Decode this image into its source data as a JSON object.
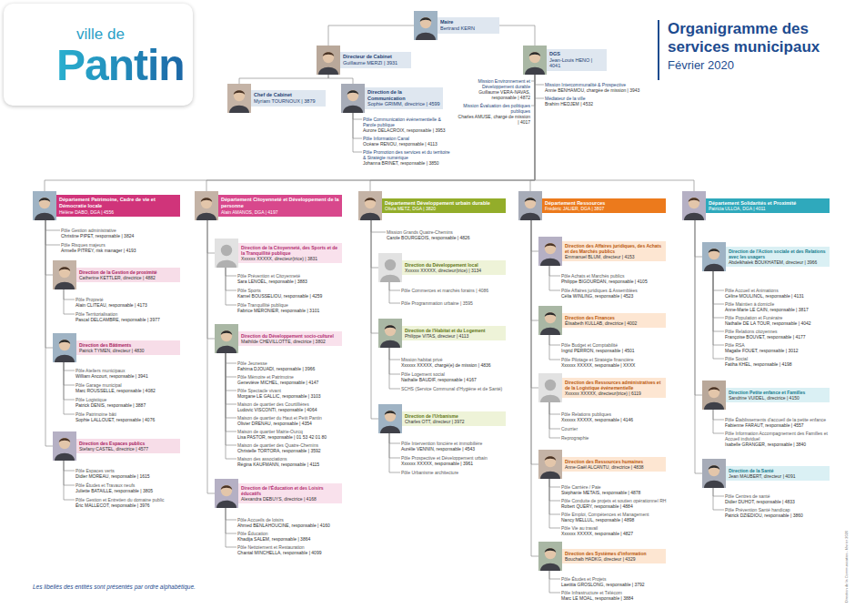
{
  "diagram": {
    "title": "Organigramme des services municipaux",
    "caption": "Les libellés des entités sont présentés par ordre alphabétique.",
    "nodes": [
      {
        "text": [
          "Maire",
          "Bertrand KERN"
        ]
      },
      {
        "text": [
          "Directeur de Cabinet",
          "Guillaume MERZI | 3931"
        ]
      },
      {
        "text": [
          "DGS",
          "Jean-Louis HENO | 4041"
        ]
      },
      {
        "text": [
          "Chef de Cabinet",
          "Myriam TOURNOUX | 3879"
        ]
      },
      {
        "text": [
          "Direction de la Communication",
          "Sophie GRIMM, directrice | 4599"
        ]
      },
      {
        "text": [
          "Pôle Communication événementielle & Parole publique",
          "Aurore DELACROIX, responsable | 3953"
        ]
      },
      {
        "text": [
          "Pôle Information Canal",
          "Océane RENOU, responsable | 4113"
        ]
      },
      {
        "text": [
          "Pôle Promotion des services et du territoire & Stratégie numérique",
          "Johanna BRINET, responsable | 3850"
        ]
      },
      {
        "text": [
          "Mission Environnement et Développement durable",
          "Guillaume VERA-NAVAS, responsable | 4872"
        ]
      },
      {
        "text": [
          "Mission Évaluation des politiques publiques",
          "Charles AMUSE, chargé de mission | 4017"
        ]
      },
      {
        "text": [
          "Mission Intercommunalité & Prospective",
          "Annie BENHAMOU, chargée de mission | 3943"
        ]
      },
      {
        "text": [
          "Médiateur de la ville",
          "Brahim HEDJEM | 4532"
        ]
      },
      {
        "text": [
          "Département Patrimoine, Cadre de vie et Démocratie locale",
          "Hélène DABO, DGA | 4556"
        ]
      },
      {
        "text": [
          "Pôle Gestion administrative",
          "Christine PIPET, responsable | 3824"
        ]
      },
      {
        "text": [
          "Pôle Risques majeurs",
          "Armelle PITREY, risk manager | 4193"
        ]
      },
      {
        "text": [
          "Direction de la Gestion de proximité",
          "Catherine KETTLER, directrice | 4882"
        ]
      },
      {
        "text": [
          "Pôle Propreté",
          "Alain CLITEAU, responsable | 4173"
        ]
      },
      {
        "text": [
          "Pôle Territorialisation",
          "Pascal DELCAMBRE, responsable | 3977"
        ]
      },
      {
        "text": [
          "Direction des Bâtiments",
          "Patrick TYMEN, directeur | 4830"
        ]
      },
      {
        "text": [
          "Pôle Ateliers municipaux",
          "William Ancourt, responsable | 3941"
        ]
      },
      {
        "text": [
          "Pôle Garage municipal",
          "Marc ROUSSELLE, responsable | 4082"
        ]
      },
      {
        "text": [
          "Pôle Logistique",
          "Patrick DENIS, responsable | 3887"
        ]
      },
      {
        "text": [
          "Pôle Patrimoine bâti",
          "Sophie LALLOUET, responsable | 4076"
        ]
      },
      {
        "text": [
          "Direction des Espaces publics",
          "Stefany CASTEL, directrice | 4577"
        ]
      },
      {
        "text": [
          "Pôle Espaces verts",
          "Didier MOREAU, responsable | 1615"
        ]
      },
      {
        "text": [
          "Pôle Études et Travaux neufs",
          "Juliette BATAILLE, responsable | 3805"
        ]
      },
      {
        "text": [
          "Pôle Gestion et Entretien du domaine public",
          "Éric MALLECOT, responsable | 3976"
        ]
      },
      {
        "text": [
          "Département Citoyenneté et Développement de la personne",
          "Alain AMANOS, DGA | 4197"
        ]
      },
      {
        "text": [
          "Direction de la Citoyenneté, des Sports et de la Tranquillité publique",
          "Xxxxxx XXXXX, directeur(trice) | 3831"
        ]
      },
      {
        "text": [
          "Pôle Prévention et Citoyenneté",
          "Sara LENOËL, responsable | 3883"
        ]
      },
      {
        "text": [
          "Pôle Sports",
          "Kamel BOUSSELIOU, responsable | 4259"
        ]
      },
      {
        "text": [
          "Pôle Tranquillité publique",
          "Fabrice MERONIER, responsable | 3101"
        ]
      },
      {
        "text": [
          "Direction du Développement socio-culturel",
          "Mathilde CHEVILLOTTE, directrice | 3802"
        ]
      },
      {
        "text": [
          "Pôle Jeunesse",
          "Fahima DJOUADI, responsable | 3966"
        ]
      },
      {
        "text": [
          "Pôle Mémoire et Patrimoine",
          "Geneviève MICHEL, responsable | 4147"
        ]
      },
      {
        "text": [
          "Pôle Spectacle vivant",
          "Morgane LE GALLIC, responsable | 3103"
        ]
      },
      {
        "text": [
          "Maison de quartier des Courtillières",
          "Ludovic VISCONTI, responsable | 4064"
        ]
      },
      {
        "text": [
          "Maison de quartier du Haut et Petit Pantin",
          "Olivier DRENAU, responsable | 4354"
        ]
      },
      {
        "text": [
          "Maison de quartier Mairie-Ourcq",
          "Lisa PASTOR, responsable | 01 53 42 01 80"
        ]
      },
      {
        "text": [
          "Maison de quartier des Quatre-Chemins",
          "Christelle TORTORA, responsable | 3592"
        ]
      },
      {
        "text": [
          "Maison des associations",
          "Régina KAUFMANN, responsable | 4115"
        ]
      },
      {
        "text": [
          "Direction de l'Éducation et des Loisirs éducatifs",
          "Alexandra DEBUYS, directrice | 4168"
        ]
      },
      {
        "text": [
          "Pôle Accueils de loisirs",
          "Ahmed BENLAHOUCINE, responsable | 4160"
        ]
      },
      {
        "text": [
          "Pôle Éducation",
          "Khadija SALEM, responsable | 3864"
        ]
      },
      {
        "text": [
          "Pôle Nettoiement et Restauration",
          "Chantal MINCHELLA, responsable | 4099"
        ]
      },
      {
        "text": [
          "Département Développement urbain durable",
          "Olivia METZ, DGA | 3820"
        ]
      },
      {
        "text": [
          "Mission Grands Quatre-Chemins",
          "Carole BOURGEOIS, responsable | 4826"
        ]
      },
      {
        "text": [
          "Direction du Développement local",
          "Xxxxxx XXXXX, directeur(trice) | 3134"
        ]
      },
      {
        "text": [
          "Pôle Commerces et marchés forains | 4086"
        ]
      },
      {
        "text": [
          "Pôle Programmation urbaine | 3595"
        ]
      },
      {
        "text": [
          "Direction de l'Habitat et du Logement",
          "Philippe VITAS, directeur | 4113"
        ]
      },
      {
        "text": [
          "Mission habitat privé",
          "Xxxxxx XXXXX, chargé(e) de mission | 4836"
        ]
      },
      {
        "text": [
          "Pôle Logement social",
          "Nathalie BAUDIF, responsable | 4167"
        ]
      },
      {
        "text": [
          "SCHS (Service Communal d'Hygiène et de Santé)"
        ]
      },
      {
        "text": [
          "Direction de l'Urbanisme",
          "Charles OTT, directeur | 3972"
        ]
      },
      {
        "text": [
          "Pôle Intervention foncière et immobilière",
          "Aurélie VENNIN, responsable | 4543"
        ]
      },
      {
        "text": [
          "Pôle Prospective et Développement urbain",
          "Xxxxxx XXXXX, responsable | 3961"
        ]
      },
      {
        "text": [
          "Pôle Urbanisme architecture"
        ]
      },
      {
        "text": [
          "Département Ressources",
          "Frédéric JALIER, DGA | 3807"
        ]
      },
      {
        "text": [
          "Direction des Affaires juridiques, des Achats et des Marchés publics",
          "Emmanuel BLUM, directeur | 4153"
        ]
      },
      {
        "text": [
          "Pôle Achats et Marchés publics",
          "Philippe BIGOURDAN, responsable | 4105"
        ]
      },
      {
        "text": [
          "Pôle Affaires juridiques & Assemblées",
          "Célia WINLING, responsable | 4523"
        ]
      },
      {
        "text": [
          "Direction des Finances",
          "Élisabeth KULLAB, directrice | 4002"
        ]
      },
      {
        "text": [
          "Pôle Budget et Comptabilité",
          "Ingrid PERRON, responsable | 4501"
        ]
      },
      {
        "text": [
          "Pôle Pilotage et Stratégie financière",
          "Xxxxxx XXXXX, responsable | XXXX"
        ]
      },
      {
        "text": [
          "Direction des Ressources administratives et de la Logistique événementielle",
          "Xxxxxx XXXXX, directeur(trice) | 6119"
        ]
      },
      {
        "text": [
          "Pôle Relations publiques",
          "Xxxxxx XXXXX, responsable | 4146"
        ]
      },
      {
        "text": [
          "Courrier"
        ]
      },
      {
        "text": [
          "Reprographie"
        ]
      },
      {
        "text": [
          "Direction des Ressources humaines",
          "Anne-Gaël ALCANTU, directrice | 4838"
        ]
      },
      {
        "text": [
          "Pôle Carrière / Paie",
          "Stéphanie METAIS, responsable | 4878"
        ]
      },
      {
        "text": [
          "Pôle Conduite de projets et soutien opérationnel RH",
          "Robert QUERY, responsable | 4884"
        ]
      },
      {
        "text": [
          "Pôle Emploi, Compétences et Management",
          "Nancy MELLUL, responsable | 4898"
        ]
      },
      {
        "text": [
          "Pôle Vie au travail",
          "Xxxxxx XXXXX, responsable | 4827"
        ]
      },
      {
        "text": [
          "Direction des Systèmes d'information",
          "Bouchaib HADKG, directeur | 4329"
        ]
      },
      {
        "text": [
          "Pôle Études et Projets",
          "Laetitia GROSLONG, responsable | 3792"
        ]
      },
      {
        "text": [
          "Pôle Infrastructure et Télécom",
          "Marc LE MOAL, responsable | 3884"
        ]
      },
      {
        "text": [
          "Département Solidarités et Proximité",
          "Patricia ULLOA, DGA | 4011"
        ]
      },
      {
        "text": [
          "Direction de l'Action sociale et des Relations avec les usagers",
          "Abdelkhalek BOUKHATEM, directeur | 3966"
        ]
      },
      {
        "text": [
          "Pôle Accueil et Animations",
          "Céline MOULINOL, responsable | 4131"
        ]
      },
      {
        "text": [
          "Pôle Maintien à domicile",
          "Anne-Marie LE CAIN, responsable | 3817"
        ]
      },
      {
        "text": [
          "Pôle Population et Funéraire",
          "Nathalie DE LA TOUR, responsable | 4042"
        ]
      },
      {
        "text": [
          "Pôle Relations citoyennes",
          "Françoise BOUVET, responsable | 4177"
        ]
      },
      {
        "text": [
          "Pôle RSA",
          "Magalie FOUET, responsable | 3012"
        ]
      },
      {
        "text": [
          "Pôle Social",
          "Fatiha KHEL, responsable | 4198"
        ]
      },
      {
        "text": [
          "Direction Petite enfance et Familles",
          "Sandrine VUIDEL, directrice | 4150"
        ]
      },
      {
        "text": [
          "Pôle Établissements d'accueil de la petite enfance",
          "Fabienne FARAUT, responsable | 4557"
        ]
      },
      {
        "text": [
          "Pôle Information Accompagnement des Familles et Accueil individuel",
          "Isabelle GRANGER, responsable | 3840"
        ]
      },
      {
        "text": [
          "Direction de la Santé",
          "Jean MAUBERT, directeur | 4091"
        ]
      },
      {
        "text": [
          "Pôle Centres de santé",
          "Didier DUHOT, responsable | 4833"
        ]
      },
      {
        "text": [
          "Pôle Prévention Santé handicap",
          "Patrick DZIEDIOU, responsable | 3860"
        ]
      }
    ],
    "edges": [
      {
        "from": 0,
        "to": 1,
        "arrow": "none"
      },
      {
        "from": 0,
        "to": 2,
        "arrow": "none"
      },
      {
        "from": 1,
        "to": 3,
        "arrow": "none"
      },
      {
        "from": 1,
        "to": 4,
        "arrow": "none"
      },
      {
        "from": 4,
        "to": 5,
        "arrow": "none"
      },
      {
        "from": 4,
        "to": 6,
        "arrow": "none"
      },
      {
        "from": 4,
        "to": 7,
        "arrow": "none"
      },
      {
        "from": 2,
        "to": 8,
        "arrow": "none"
      },
      {
        "from": 2,
        "to": 9,
        "arrow": "none"
      },
      {
        "from": 2,
        "to": 10,
        "arrow": "none"
      },
      {
        "from": 2,
        "to": 11,
        "arrow": "none"
      },
      {
        "from": 2,
        "to": 12,
        "arrow": "none"
      },
      {
        "from": 2,
        "to": 27,
        "arrow": "none"
      },
      {
        "from": 2,
        "to": 45,
        "arrow": "none"
      },
      {
        "from": 2,
        "to": 58,
        "arrow": "none"
      },
      {
        "from": 2,
        "to": 77,
        "arrow": "none"
      },
      {
        "from": 12,
        "to": 13,
        "arrow": "none"
      },
      {
        "from": 12,
        "to": 14,
        "arrow": "none"
      },
      {
        "from": 12,
        "to": 15,
        "arrow": "none"
      },
      {
        "from": 15,
        "to": 16,
        "arrow": "none"
      },
      {
        "from": 15,
        "to": 17,
        "arrow": "none"
      },
      {
        "from": 12,
        "to": 18,
        "arrow": "none"
      },
      {
        "from": 18,
        "to": 19,
        "arrow": "none"
      },
      {
        "from": 18,
        "to": 20,
        "arrow": "none"
      },
      {
        "from": 18,
        "to": 21,
        "arrow": "none"
      },
      {
        "from": 18,
        "to": 22,
        "arrow": "none"
      },
      {
        "from": 12,
        "to": 23,
        "arrow": "none"
      },
      {
        "from": 23,
        "to": 24,
        "arrow": "none"
      },
      {
        "from": 23,
        "to": 25,
        "arrow": "none"
      },
      {
        "from": 23,
        "to": 26,
        "arrow": "none"
      },
      {
        "from": 27,
        "to": 28,
        "arrow": "none"
      },
      {
        "from": 28,
        "to": 29,
        "arrow": "none"
      },
      {
        "from": 28,
        "to": 30,
        "arrow": "none"
      },
      {
        "from": 28,
        "to": 31,
        "arrow": "none"
      },
      {
        "from": 27,
        "to": 32,
        "arrow": "none"
      },
      {
        "from": 32,
        "to": 33,
        "arrow": "none"
      },
      {
        "from": 32,
        "to": 34,
        "arrow": "none"
      },
      {
        "from": 32,
        "to": 35,
        "arrow": "none"
      },
      {
        "from": 32,
        "to": 36,
        "arrow": "none"
      },
      {
        "from": 32,
        "to": 37,
        "arrow": "none"
      },
      {
        "from": 32,
        "to": 38,
        "arrow": "none"
      },
      {
        "from": 32,
        "to": 39,
        "arrow": "none"
      },
      {
        "from": 32,
        "to": 40,
        "arrow": "none"
      },
      {
        "from": 27,
        "to": 41,
        "arrow": "none"
      },
      {
        "from": 41,
        "to": 42,
        "arrow": "none"
      },
      {
        "from": 41,
        "to": 43,
        "arrow": "none"
      },
      {
        "from": 41,
        "to": 44,
        "arrow": "none"
      },
      {
        "from": 45,
        "to": 46,
        "arrow": "none"
      },
      {
        "from": 45,
        "to": 47,
        "arrow": "none"
      },
      {
        "from": 47,
        "to": 48,
        "arrow": "none"
      },
      {
        "from": 47,
        "to": 49,
        "arrow": "none"
      },
      {
        "from": 45,
        "to": 50,
        "arrow": "none"
      },
      {
        "from": 50,
        "to": 51,
        "arrow": "none"
      },
      {
        "from": 50,
        "to": 52,
        "arrow": "none"
      },
      {
        "from": 50,
        "to": 53,
        "arrow": "none"
      },
      {
        "from": 45,
        "to": 54,
        "arrow": "none"
      },
      {
        "from": 54,
        "to": 55,
        "arrow": "none"
      },
      {
        "from": 54,
        "to": 56,
        "arrow": "none"
      },
      {
        "from": 54,
        "to": 57,
        "arrow": "none"
      },
      {
        "from": 58,
        "to": 59,
        "arrow": "none"
      },
      {
        "from": 59,
        "to": 60,
        "arrow": "none"
      },
      {
        "from": 59,
        "to": 61,
        "arrow": "none"
      },
      {
        "from": 58,
        "to": 62,
        "arrow": "none"
      },
      {
        "from": 62,
        "to": 63,
        "arrow": "none"
      },
      {
        "from": 62,
        "to": 64,
        "arrow": "none"
      },
      {
        "from": 58,
        "to": 65,
        "arrow": "none"
      },
      {
        "from": 65,
        "to": 66,
        "arrow": "none"
      },
      {
        "from": 65,
        "to": 67,
        "arrow": "none"
      },
      {
        "from": 65,
        "to": 68,
        "arrow": "none"
      },
      {
        "from": 58,
        "to": 69,
        "arrow": "none"
      },
      {
        "from": 69,
        "to": 70,
        "arrow": "none"
      },
      {
        "from": 69,
        "to": 71,
        "arrow": "none"
      },
      {
        "from": 69,
        "to": 72,
        "arrow": "none"
      },
      {
        "from": 69,
        "to": 73,
        "arrow": "none"
      },
      {
        "from": 58,
        "to": 74,
        "arrow": "none"
      },
      {
        "from": 74,
        "to": 75,
        "arrow": "none"
      },
      {
        "from": 74,
        "to": 76,
        "arrow": "none"
      },
      {
        "from": 77,
        "to": 78,
        "arrow": "none"
      },
      {
        "from": 78,
        "to": 79,
        "arrow": "none"
      },
      {
        "from": 78,
        "to": 80,
        "arrow": "none"
      },
      {
        "from": 78,
        "to": 81,
        "arrow": "none"
      },
      {
        "from": 78,
        "to": 82,
        "arrow": "none"
      },
      {
        "from": 78,
        "to": 83,
        "arrow": "none"
      },
      {
        "from": 78,
        "to": 84,
        "arrow": "none"
      },
      {
        "from": 77,
        "to": 85,
        "arrow": "none"
      },
      {
        "from": 85,
        "to": 86,
        "arrow": "none"
      },
      {
        "from": 85,
        "to": 87,
        "arrow": "none"
      },
      {
        "from": 77,
        "to": 88,
        "arrow": "none"
      },
      {
        "from": 88,
        "to": 89,
        "arrow": "none"
      },
      {
        "from": 88,
        "to": 90,
        "arrow": "none"
      }
    ],
    "labels": [
      "ville de",
      "Pantin",
      "Février 2020",
      "Direction de la Communication - février 2020"
    ]
  }
}
